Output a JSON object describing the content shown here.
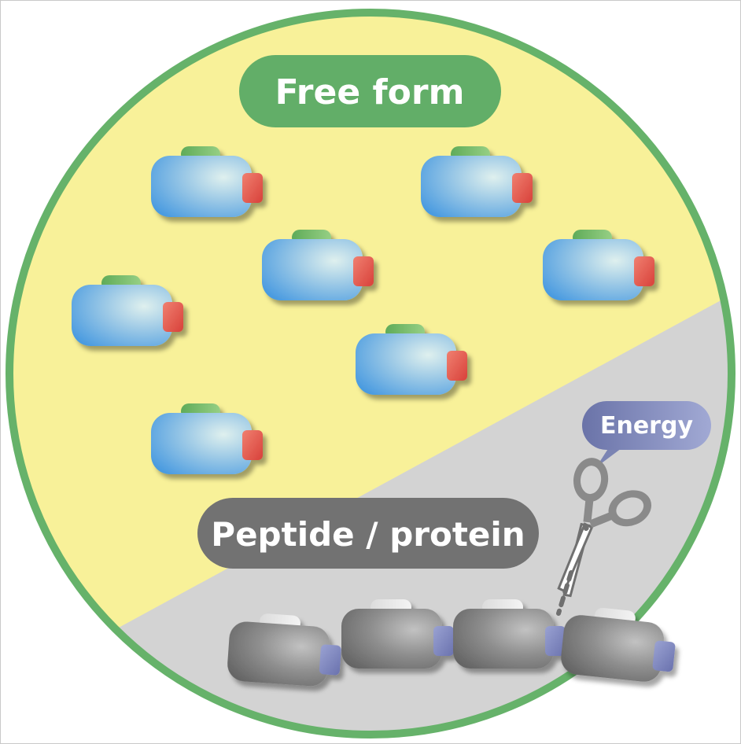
{
  "labels": {
    "free_form": "Free form",
    "peptide_protein": "Peptide / protein",
    "energy": "Energy"
  },
  "colors": {
    "ring": "#66b26a",
    "free_region": "#f8f199",
    "bound_region": "#d3d3d3",
    "free_pill": "#62ae68",
    "bound_pill": "#727272",
    "energy_bubble": "#7b84b3",
    "unit_body": "#5aa7dc",
    "unit_cap": "#55a95a",
    "unit_tab": "#e55b50",
    "chain_body": "#7a7a7a",
    "chain_tab": "#8088bf"
  },
  "icons": {
    "cut_tool": "scissors-icon"
  }
}
